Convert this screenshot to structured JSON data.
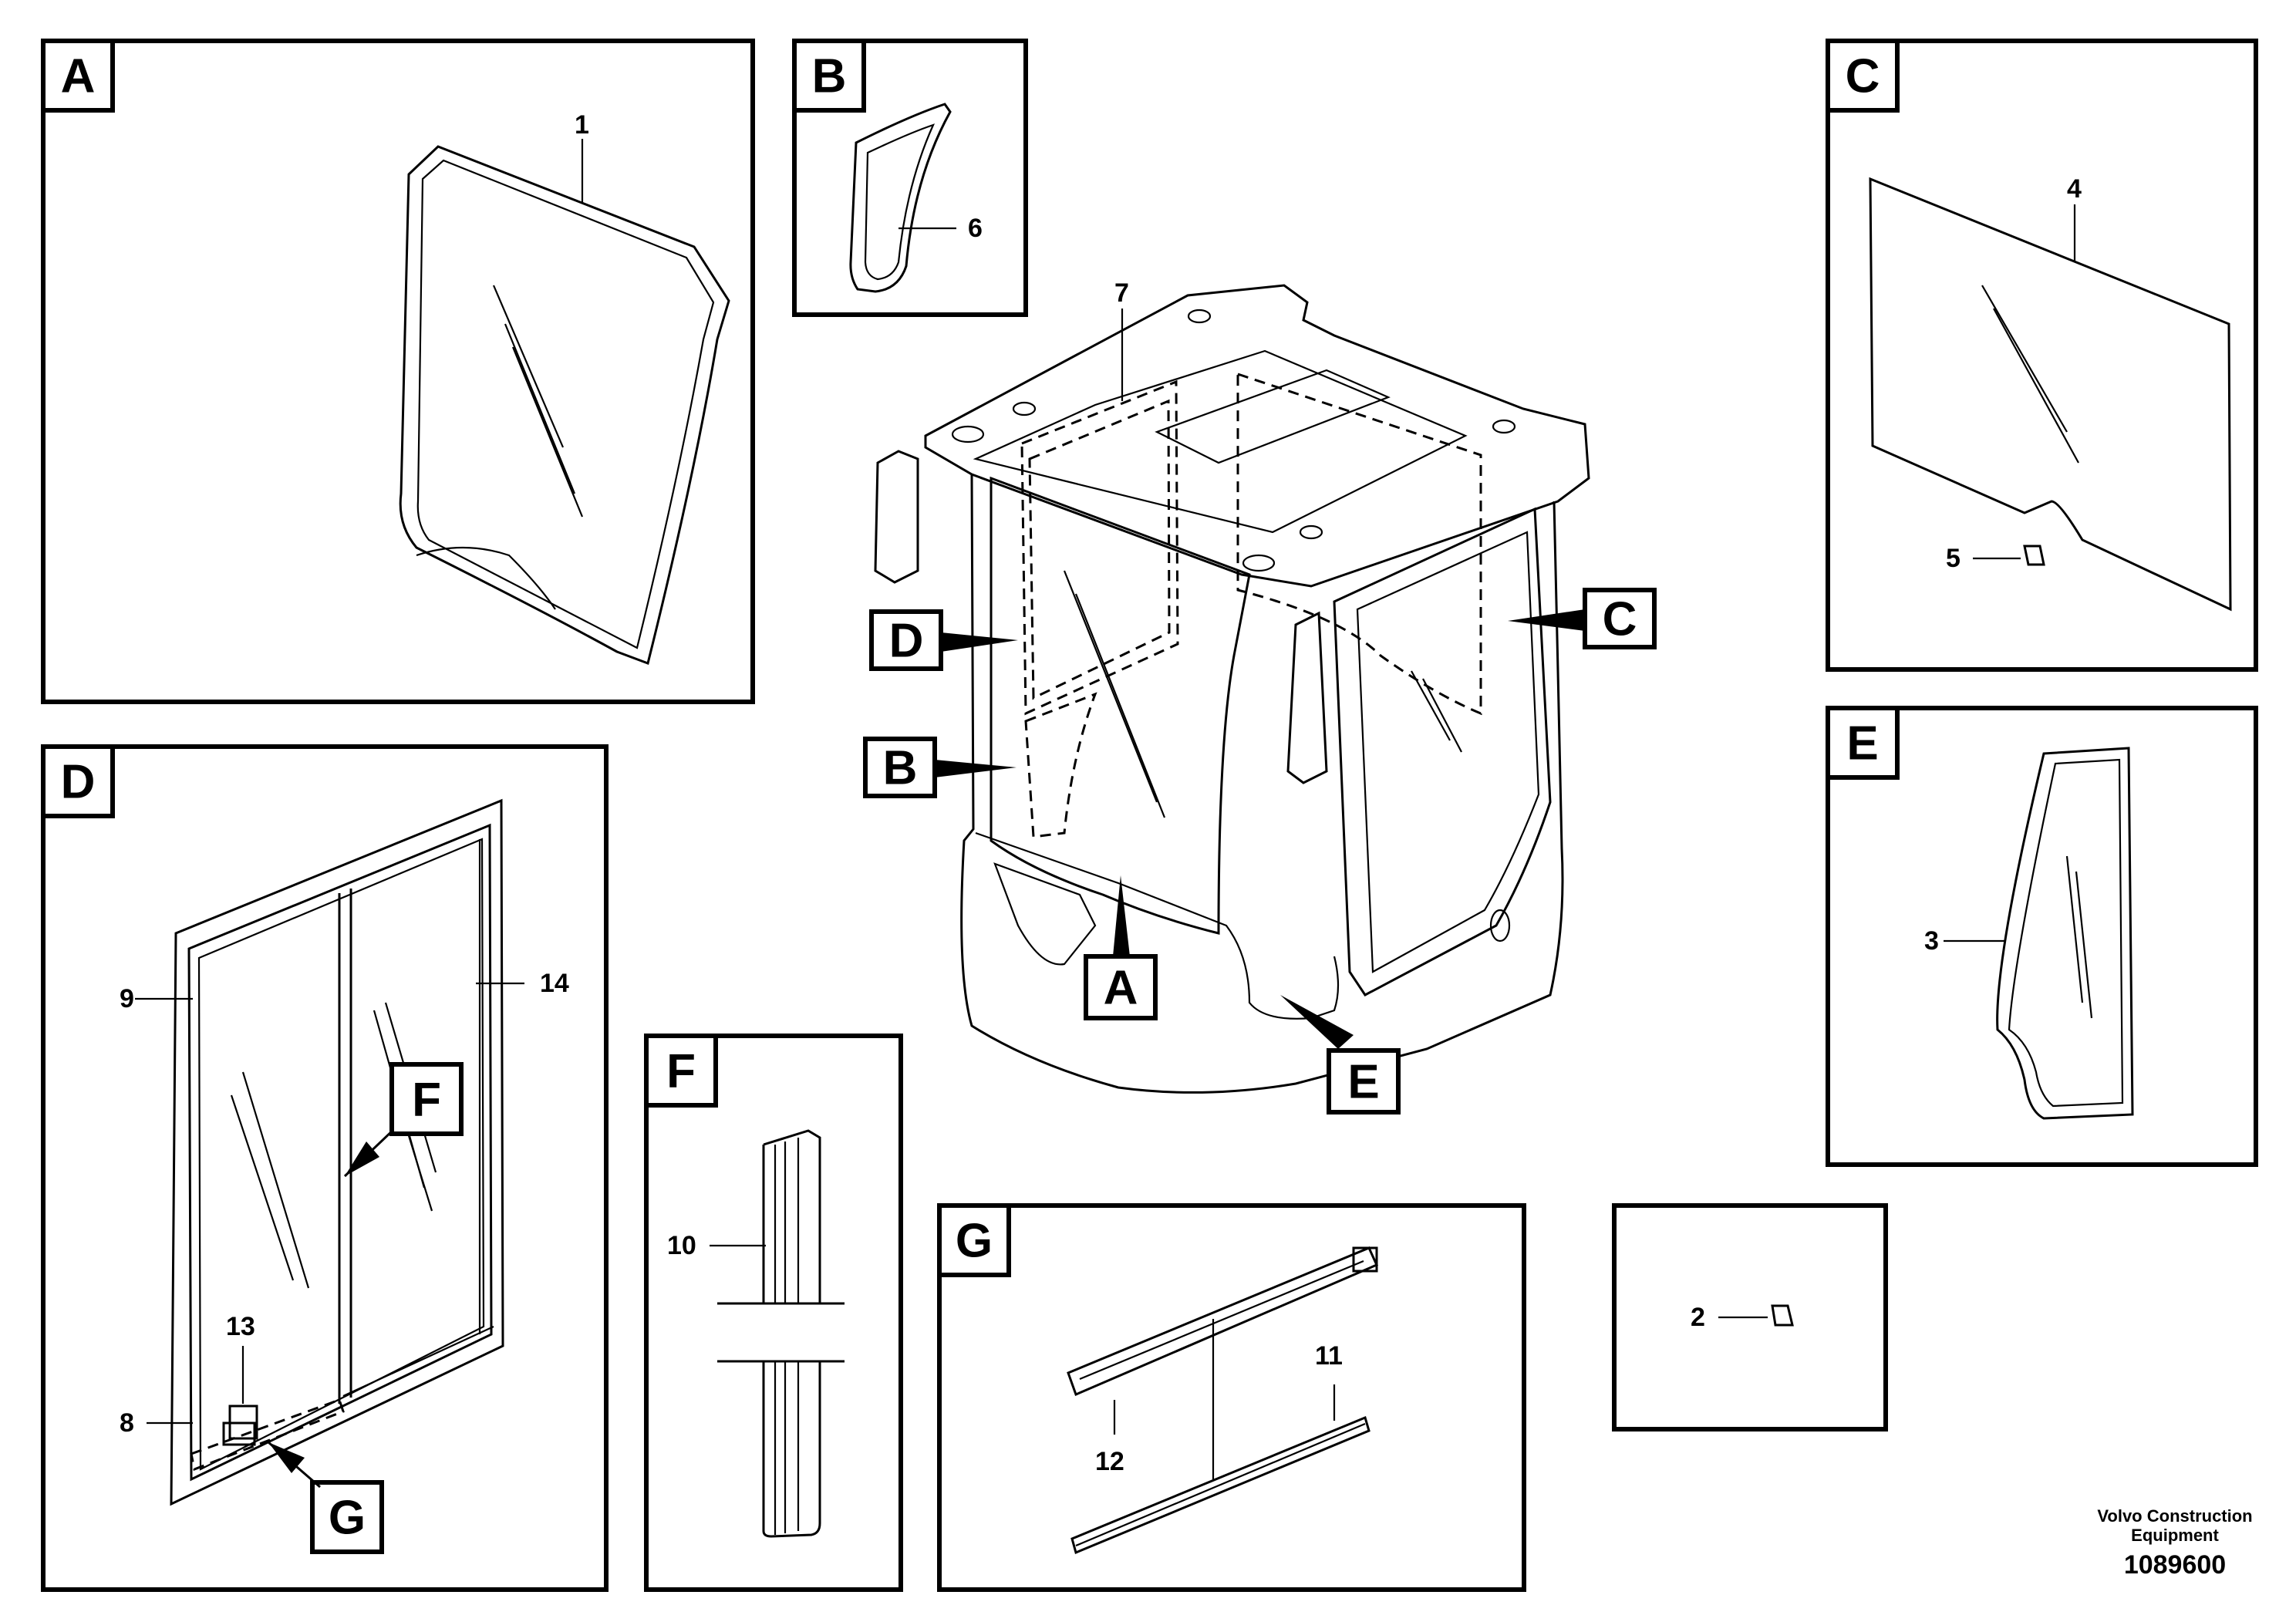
{
  "panels": {
    "A": {
      "label": "A",
      "parts": [
        "1"
      ]
    },
    "B": {
      "label": "B",
      "parts": [
        "6"
      ]
    },
    "C": {
      "label": "C",
      "parts": [
        "4",
        "5"
      ]
    },
    "D": {
      "label": "D",
      "parts": [
        "9",
        "14",
        "13",
        "8"
      ],
      "callouts": [
        "F",
        "G"
      ]
    },
    "E": {
      "label": "E",
      "parts": [
        "3"
      ]
    },
    "F": {
      "label": "F",
      "parts": [
        "10"
      ]
    },
    "G": {
      "label": "G",
      "parts": [
        "11",
        "12"
      ]
    },
    "standalone": {
      "parts": [
        "2"
      ]
    }
  },
  "cab": {
    "part": "7",
    "callouts": [
      "D",
      "B",
      "C",
      "A",
      "E"
    ]
  },
  "footer": {
    "brand_line1": "Volvo Construction",
    "brand_line2": "Equipment",
    "drawing_number": "1089600"
  }
}
